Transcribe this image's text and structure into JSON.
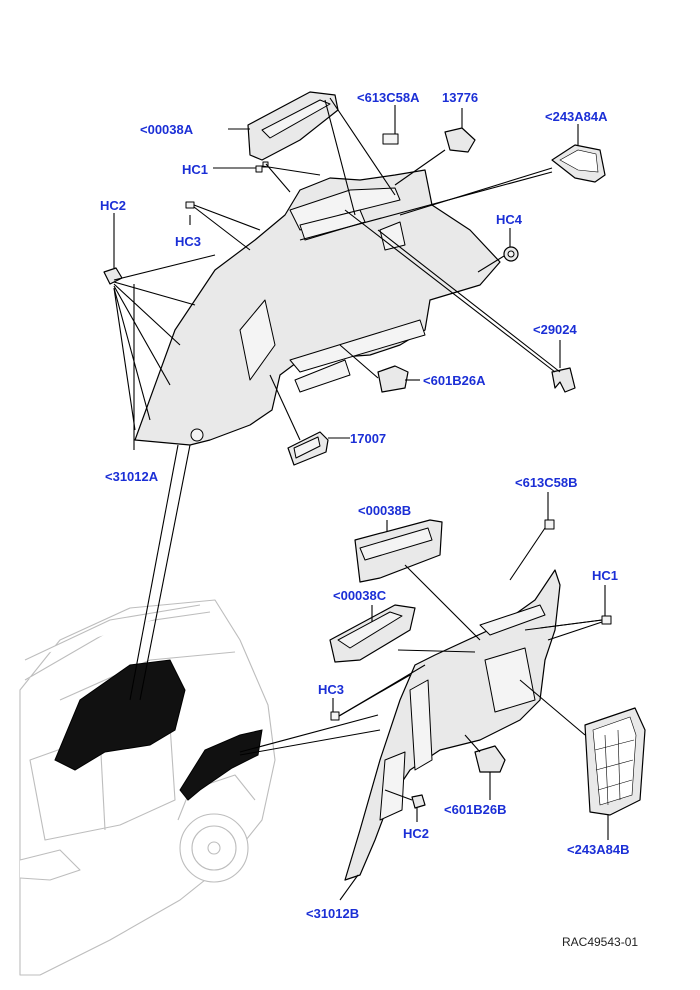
{
  "diagram": {
    "reference_code": "RAC49543-01",
    "callout_color": "#1b2fd6",
    "callouts": {
      "c00038A": "<00038A",
      "c613C58A": "<613C58A",
      "c13776": "13776",
      "c243A84A": "<243A84A",
      "hc1_top": "HC1",
      "hc2_top": "HC2",
      "hc3_top": "HC3",
      "hc4": "HC4",
      "c29024": "<29024",
      "c601B26A": "<601B26A",
      "c17007": "17007",
      "c31012A": "<31012A",
      "c613C58B": "<613C58B",
      "c00038B": "<00038B",
      "hc1_bottom": "HC1",
      "c00038C": "<00038C",
      "hc3_bottom": "HC3",
      "c601B26B": "<601B26B",
      "c243A84B": "<243A84B",
      "hc2_bottom": "HC2",
      "c31012B": "<31012B"
    }
  }
}
